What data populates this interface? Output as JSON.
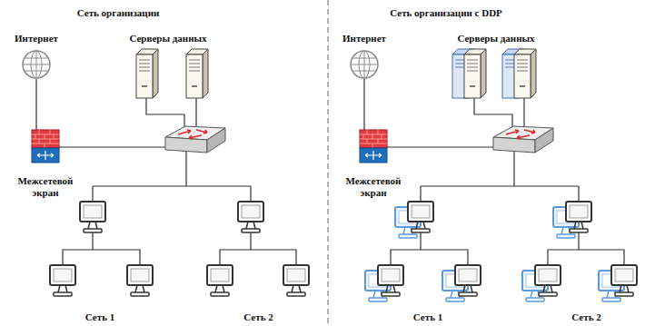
{
  "diagram": {
    "nodes": [
      {
        "text": [
          "Интернет"
        ]
      },
      {
        "text": [
          "Серверы данных"
        ]
      },
      {
        "text": [
          "Межсетевой экран"
        ]
      },
      {
        "text": [
          "Сеть 1"
        ]
      },
      {
        "text": [
          "Сеть 2"
        ]
      },
      {
        "text": [
          "Интернет"
        ]
      },
      {
        "text": [
          "Серверы данных"
        ]
      },
      {
        "text": [
          "Межсетевой экран"
        ]
      },
      {
        "text": [
          "Сеть 1"
        ]
      },
      {
        "text": [
          "Сеть 2"
        ]
      }
    ],
    "edges": [
      {
        "from": 0,
        "to": 2,
        "arrow": "none"
      },
      {
        "from": 5,
        "to": 7,
        "arrow": "none"
      }
    ],
    "labels": [
      "Сеть организации",
      "Сеть организации с DDP"
    ]
  }
}
